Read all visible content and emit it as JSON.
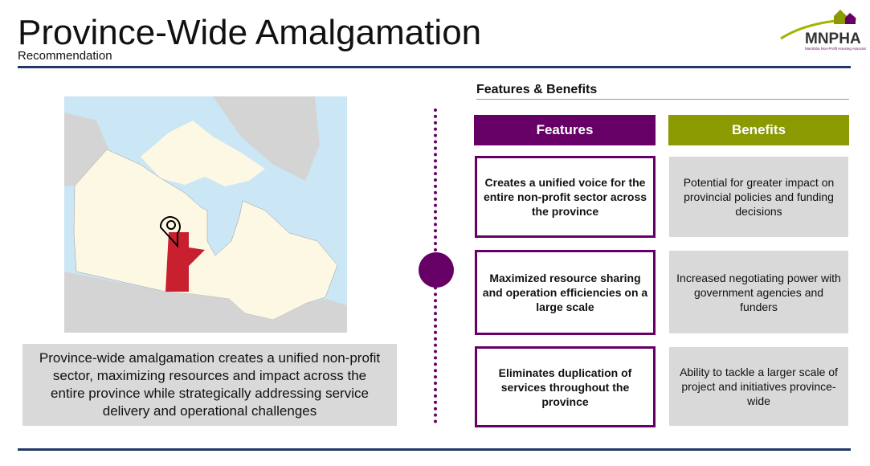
{
  "header": {
    "title": "Province-Wide Amalgamation",
    "subtitle": "Recommendation"
  },
  "logo": {
    "text": "MNPHA",
    "tagline": "Manitoba Non-Profit Housing Association"
  },
  "summary": "Province-wide amalgamation creates a unified non-profit sector, maximizing resources and impact across the entire province while strategically addressing service delivery and operational challenges",
  "features_benefits": {
    "title": "Features & Benefits",
    "features_header": "Features",
    "benefits_header": "Benefits",
    "rows": [
      {
        "feature": "Creates a unified voice for the entire non-profit sector across the province",
        "benefit": "Potential for greater impact on provincial policies and funding decisions"
      },
      {
        "feature": "Maximized resource sharing and operation efficiencies on a large scale",
        "benefit": "Increased negotiating power with government agencies and funders"
      },
      {
        "feature": "Eliminates duplication of services throughout the province",
        "benefit": "Ability to tackle a larger scale of project and initiatives province-wide"
      }
    ]
  },
  "colors": {
    "purple": "#660066",
    "green": "#8a9a00",
    "navy": "#1f3864",
    "highlight": "#c8202f"
  }
}
